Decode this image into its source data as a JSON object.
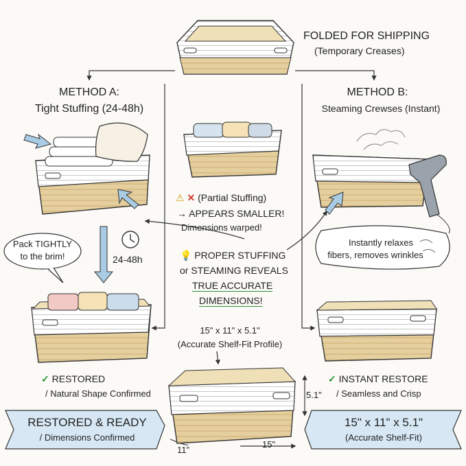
{
  "colors": {
    "banner": "#d7e8f4",
    "jute": "#e6cf9e",
    "rope": "#ffffff",
    "outline": "#333333",
    "arrow_blue": "#a9cbe3",
    "check_green": "#2f8f3b",
    "warn_red": "#d23b2f"
  },
  "header": {
    "title": "FOLDED FOR SHIPPING",
    "subtitle": "(Temporary Creases)"
  },
  "method_a": {
    "title": "METHOD A:",
    "subtitle": "Tight Stuffing (24-48h)",
    "bubble_line1": "Pack TIGHTLY",
    "bubble_line2": "to the brim!",
    "time_label": "24-48h",
    "clock_icon": "clock-icon",
    "result_title": "RESTORED",
    "result_sub": "/ Natural Shape Confirmed"
  },
  "method_b": {
    "title": "METHOD B:",
    "subtitle": "Steaming Crewses (Instant)",
    "bubble_line1": "Instantly relaxes",
    "bubble_line2": "fibers, removes wrinkles",
    "result_title": "INSTANT RESTORE",
    "result_sub": "/ Seamless and Crisp"
  },
  "center": {
    "partial_label": "(Partial Stuffing)",
    "warning_line1": "→ APPEARS SMALLER!",
    "warning_line2": "Dimensions warped!",
    "proper_line1": "PROPER STUFFING",
    "proper_line2": "or STEAMING REVEALS",
    "proper_line3": "TRUE ACCURATE",
    "proper_line4": "DIMENSIONS!",
    "dims": "15\" x 11\" x 5.1\"",
    "dims_sub": "(Accurate Shelf-Fit Profile)"
  },
  "final": {
    "height": "5.1\"",
    "width": "15\"",
    "depth": "11\""
  },
  "banner_left": {
    "line1": "RESTORED & READY",
    "line2": "/ Dimensions Confirmed"
  },
  "banner_right": {
    "line1": "15\" x 11\" x 5.1\"",
    "line2": "(Accurate Shelf-Fit)"
  },
  "icons": {
    "warning": "⚠",
    "cross": "✕",
    "check": "✓",
    "bulb": "💡"
  }
}
